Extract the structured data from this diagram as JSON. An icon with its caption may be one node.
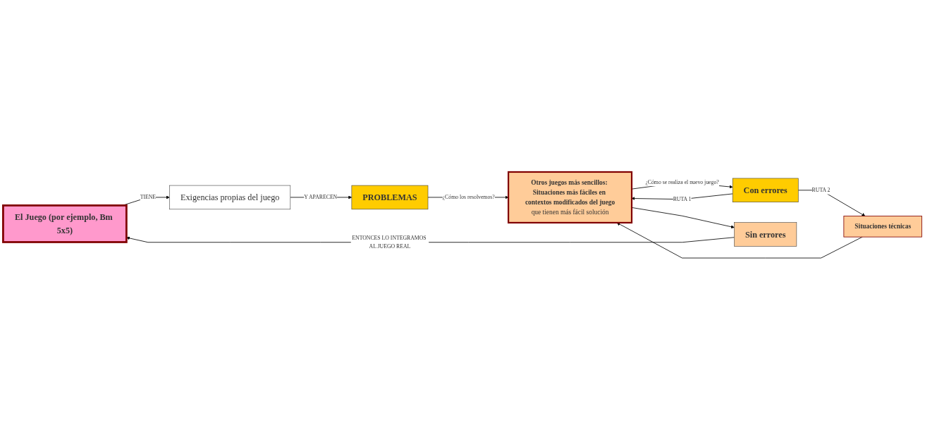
{
  "diagram": {
    "nodes": [
      {
        "text": [
          "El Juego (por ejemplo, Bm 5x5)"
        ]
      },
      {
        "text": [
          "Exigencias propias del juego"
        ]
      },
      {
        "text": [
          "PROBLEMAS"
        ]
      },
      {
        "text": [
          "Situaciones técnicas"
        ]
      },
      {
        "text": [
          "Otros juegos más sencillos: Situaciones más fáciles en contextos modificados del juego",
          "que tienen más fácil solución"
        ]
      },
      {
        "text": [
          "Con errores"
        ]
      },
      {
        "text": [
          "Sin errores"
        ]
      }
    ],
    "edges": [
      {
        "from": 0,
        "to": 1,
        "arrow": "to",
        "label": "TIENE"
      },
      {
        "from": 1,
        "to": 2,
        "arrow": "to",
        "label": "Y APARECEN"
      },
      {
        "from": 2,
        "to": 4,
        "arrow": "to",
        "label": "¿Cómo los resolvemos?"
      },
      {
        "from": 5,
        "to": 3,
        "arrow": "to",
        "label": "RUTA 2"
      },
      {
        "from": 3,
        "to": 4,
        "arrow": "to"
      },
      {
        "from": 5,
        "to": 4,
        "arrow": "to",
        "label": "RUTA 1"
      },
      {
        "from": 4,
        "to": 5,
        "arrow": "to",
        "label": "¿Cómo se realiza el nuevo juego?"
      },
      {
        "from": 4,
        "to": 6,
        "arrow": "to"
      },
      {
        "from": 6,
        "to": 0,
        "arrow": "to",
        "label": "ENTONCES LO INTEGRAMOS AL JUEGO REAL"
      }
    ]
  }
}
